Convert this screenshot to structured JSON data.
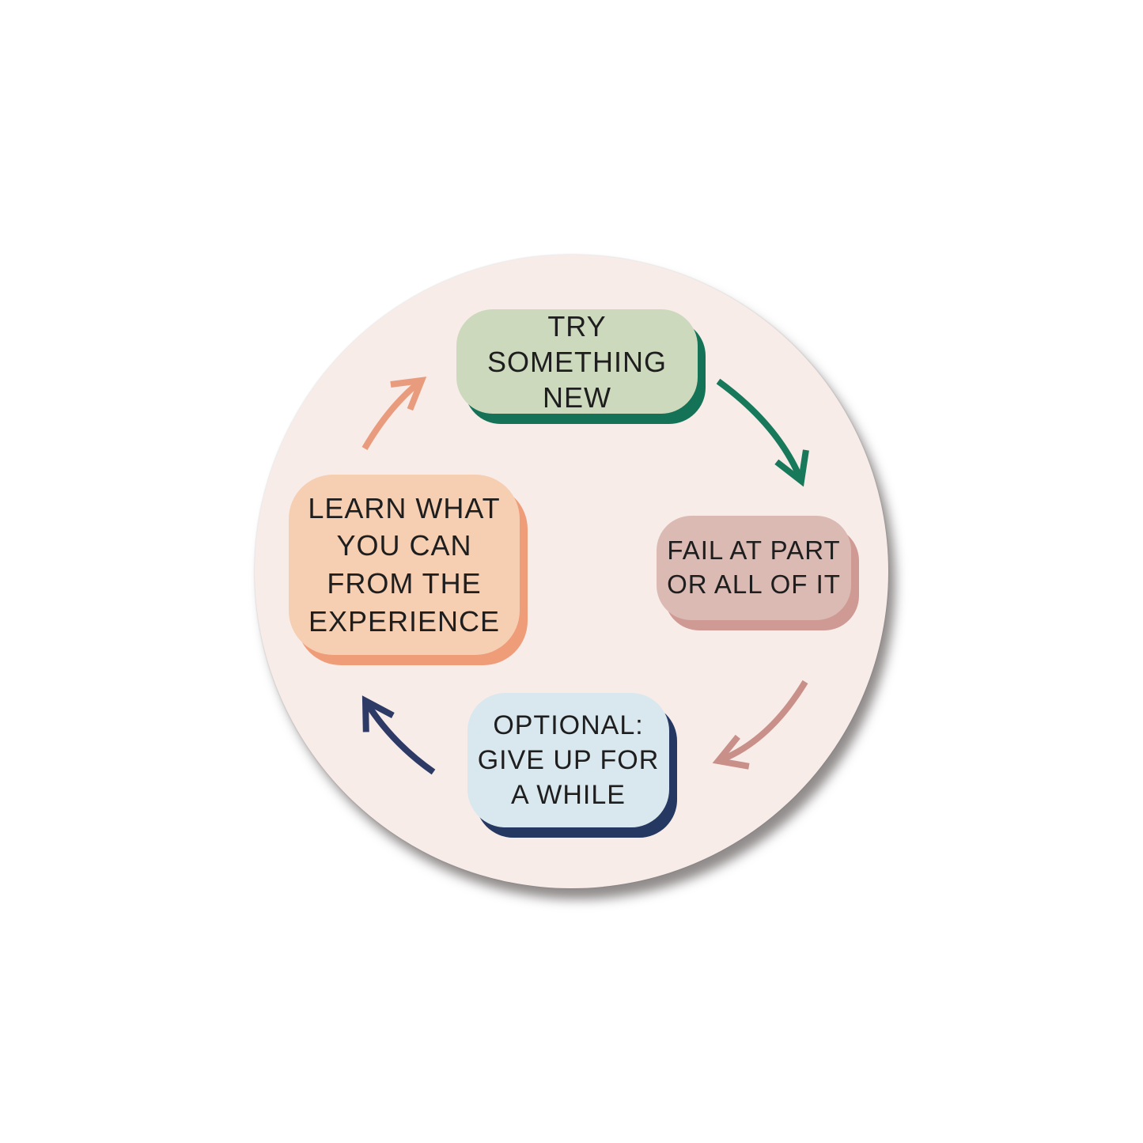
{
  "diagram": {
    "type": "cycle",
    "background_color": "#ffffff",
    "circle_fill": "#f8ece9",
    "text_color": "#1e1e1e",
    "nodes": [
      {
        "id": "try-something-new",
        "lines": [
          "TRY SOMETHING",
          "NEW"
        ],
        "fill": "#cdd9bd",
        "shadow": "#147257"
      },
      {
        "id": "fail-at-part-or-all",
        "lines": [
          "FAIL AT PART",
          "OR ALL OF IT"
        ],
        "fill": "#dbbab3",
        "shadow": "#cf9a94"
      },
      {
        "id": "optional-give-up",
        "lines": [
          "OPTIONAL:",
          "GIVE UP FOR",
          "A WHILE"
        ],
        "fill": "#d9e8ee",
        "shadow": "#253862"
      },
      {
        "id": "learn-from-experience",
        "lines": [
          "LEARN WHAT",
          "YOU CAN",
          "FROM THE",
          "EXPERIENCE"
        ],
        "fill": "#f6ceb2",
        "shadow": "#ef9c79"
      }
    ],
    "arrows": [
      {
        "id": "try-to-fail",
        "from": "try-something-new",
        "to": "fail-at-part-or-all",
        "color": "#17795a"
      },
      {
        "id": "fail-to-giveup",
        "from": "fail-at-part-or-all",
        "to": "optional-give-up",
        "color": "#c98f89"
      },
      {
        "id": "giveup-to-learn",
        "from": "optional-give-up",
        "to": "learn-from-experience",
        "color": "#2e3a66"
      },
      {
        "id": "learn-to-try",
        "from": "learn-from-experience",
        "to": "try-something-new",
        "color": "#e99c7d"
      }
    ]
  }
}
